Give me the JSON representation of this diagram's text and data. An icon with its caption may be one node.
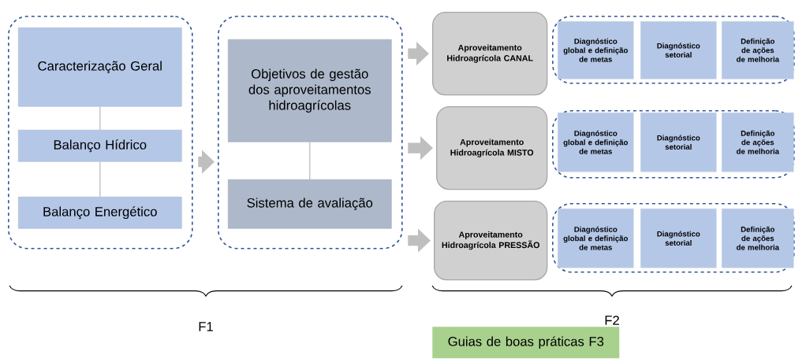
{
  "diagram": {
    "nodes": [
      {
        "text": [],
        "shape": "box"
      },
      {
        "text": [
          "Caracterização Geral"
        ],
        "in": 0
      },
      {
        "text": [
          "Balanço Hídrico"
        ],
        "in": 0
      },
      {
        "text": [
          "Balanço Energético"
        ],
        "in": 0
      },
      {
        "text": [],
        "shape": "box"
      },
      {
        "text": [
          "Objetivos de gestão dos aproveitamentos hidroagrícolas"
        ],
        "in": 4
      },
      {
        "text": [
          "Sistema de avaliação"
        ],
        "in": 4
      },
      {
        "text": [
          "Aproveitamento Hidroagrícola CANAL"
        ]
      },
      {
        "text": [
          "Aproveitamento Hidroagrícola MISTO"
        ]
      },
      {
        "text": [
          "Aproveitamento Hidroagrícola PRESSÃO"
        ]
      },
      {
        "text": [],
        "shape": "box"
      },
      {
        "text": [
          "Diagnóstico global e definição de metas"
        ],
        "in": 10
      },
      {
        "text": [
          "Diagnóstico setorial"
        ],
        "in": 10
      },
      {
        "text": [
          "Definição de ações de melhoria"
        ],
        "in": 10
      },
      {
        "text": [],
        "shape": "box"
      },
      {
        "text": [
          "Diagnóstico global e definição de metas"
        ],
        "in": 14
      },
      {
        "text": [
          "Diagnóstico setorial"
        ],
        "in": 14
      },
      {
        "text": [
          "Definição de ações de melhoria"
        ],
        "in": 14
      },
      {
        "text": [],
        "shape": "box"
      },
      {
        "text": [
          "Diagnóstico global e definição de metas"
        ],
        "in": 18
      },
      {
        "text": [
          "Diagnóstico setorial"
        ],
        "in": 18
      },
      {
        "text": [
          "Definição de ações de melhoria"
        ],
        "in": 18
      },
      {
        "text": [
          "Guias de boas práticas F3"
        ]
      }
    ],
    "edges": [
      {
        "from": 1,
        "to": 2,
        "arrow": "none"
      },
      {
        "from": 2,
        "to": 3,
        "arrow": "none"
      },
      {
        "from": 5,
        "to": 6,
        "arrow": "none"
      },
      {
        "from": 0,
        "to": 4,
        "arrow": "to"
      },
      {
        "from": 4,
        "to": 7,
        "arrow": "to"
      },
      {
        "from": 4,
        "to": 8,
        "arrow": "to"
      },
      {
        "from": 4,
        "to": 9,
        "arrow": "to"
      }
    ],
    "labels": [
      "F1",
      "F2"
    ]
  }
}
